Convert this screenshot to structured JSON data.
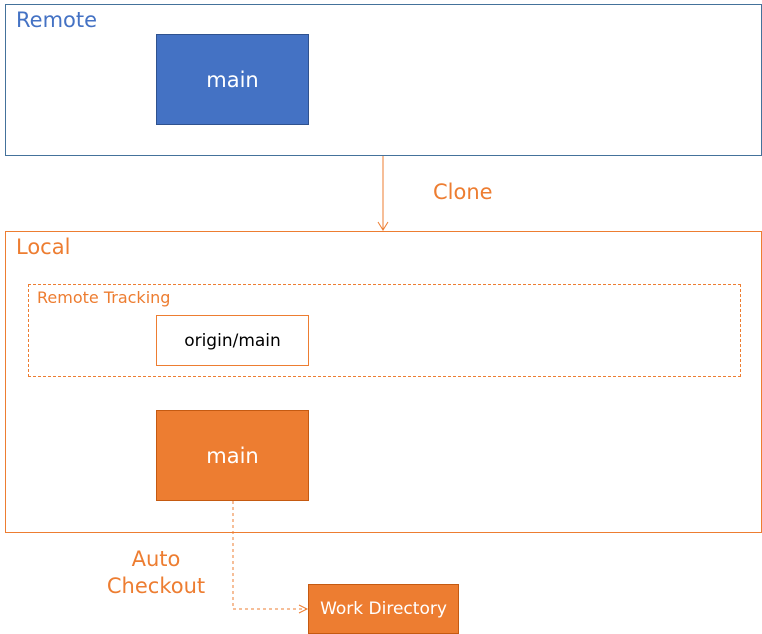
{
  "remote": {
    "label": "Remote",
    "branch": "main"
  },
  "clone": {
    "label": "Clone"
  },
  "local": {
    "label": "Local",
    "remote_tracking": {
      "label": "Remote Tracking",
      "branch": "origin/main"
    },
    "branch": "main"
  },
  "auto_checkout": {
    "line1": "Auto",
    "line2": "Checkout"
  },
  "work_directory": {
    "label": "Work Directory"
  },
  "colors": {
    "remote_blue": "#4472c4",
    "local_orange": "#ed7d31",
    "remote_frame_border": "#44729b"
  }
}
